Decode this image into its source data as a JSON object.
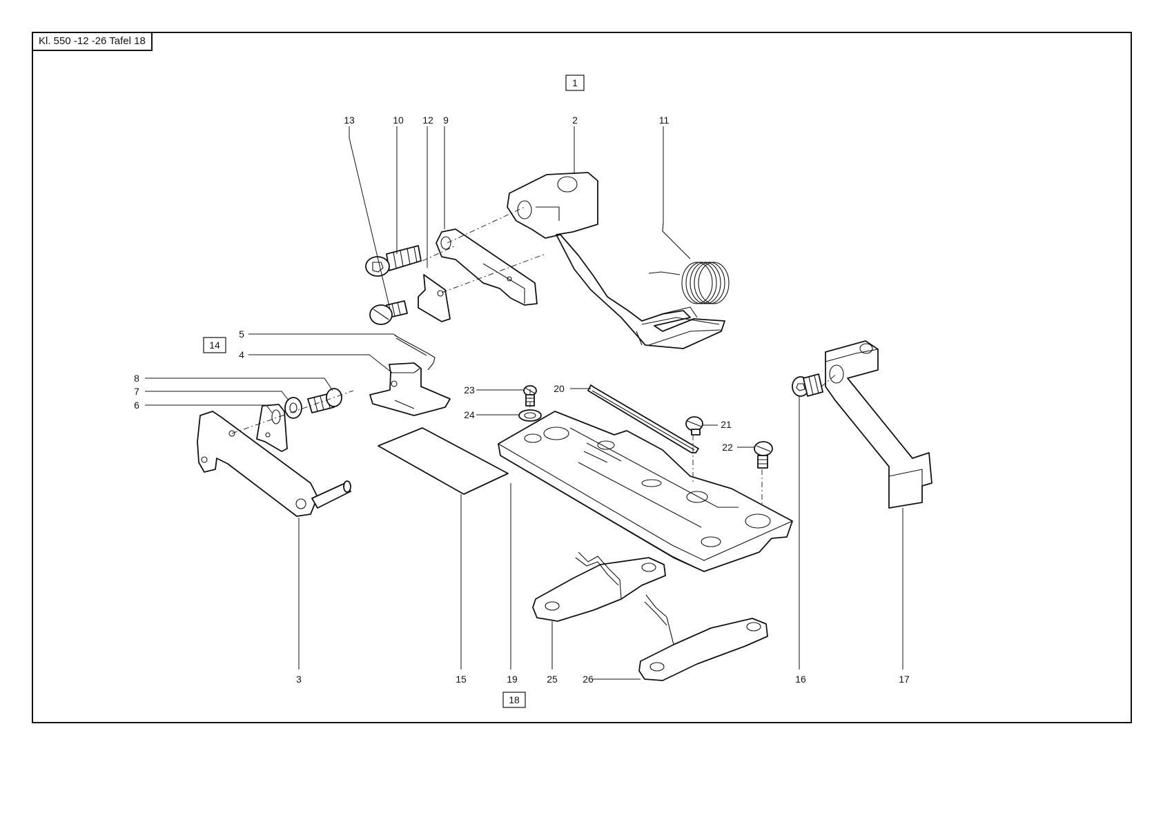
{
  "sheet": {
    "title": "Kl. 550 -12 -26  Tafel 18"
  },
  "callouts": {
    "n1": "1",
    "n2": "2",
    "n3": "3",
    "n4": "4",
    "n5": "5",
    "n6": "6",
    "n7": "7",
    "n8": "8",
    "n9": "9",
    "n10": "10",
    "n11": "11",
    "n12": "12",
    "n13": "13",
    "n14": "14",
    "n15": "15",
    "n16": "16",
    "n17": "17",
    "n18": "18",
    "n19": "19",
    "n20": "20",
    "n21": "21",
    "n22": "22",
    "n23": "23",
    "n24": "24",
    "n25": "25",
    "n26": "26"
  },
  "boxed_callouts": [
    "1",
    "14",
    "18"
  ]
}
